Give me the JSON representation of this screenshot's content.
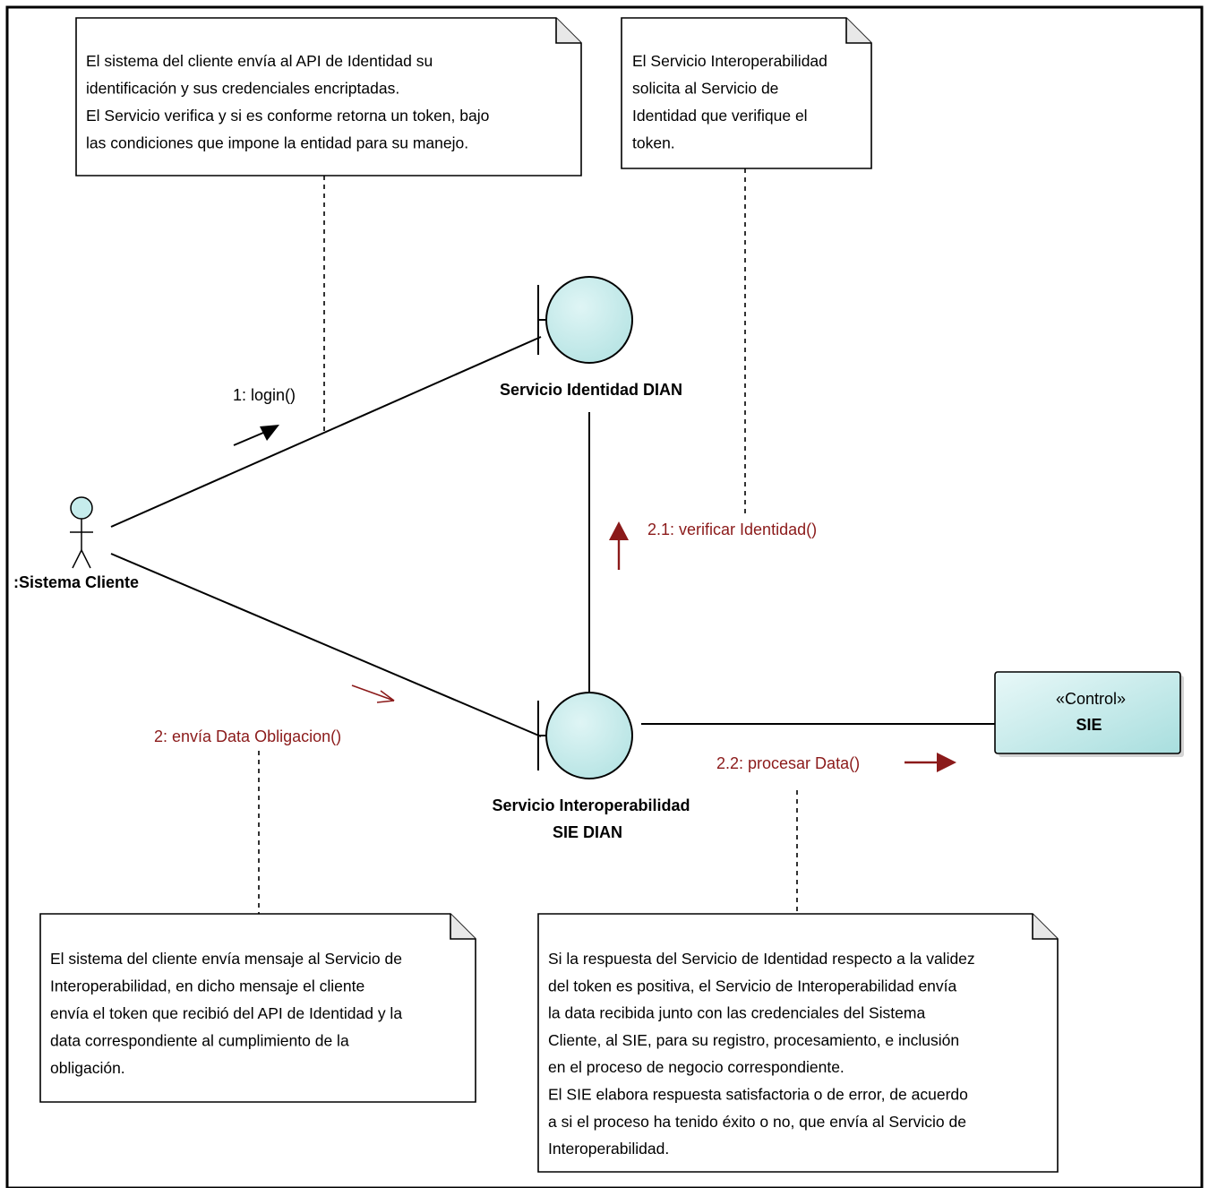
{
  "notes": {
    "note1": [
      "El sistema del cliente envía al API de Identidad su",
      "identificación y sus credenciales encriptadas.",
      "El Servicio verifica y si es conforme retorna un token, bajo",
      "las condiciones que impone la entidad para su manejo."
    ],
    "note2": [
      "El Servicio Interoperabilidad",
      "solicita al Servicio de",
      "Identidad que verifique el",
      "token."
    ],
    "note3": [
      "El sistema del cliente envía mensaje al Servicio de",
      "Interoperabilidad, en dicho mensaje el cliente",
      "envía el token que recibió del API de Identidad y la",
      "data correspondiente al cumplimiento de la",
      "obligación."
    ],
    "note4": [
      "Si la respuesta del Servicio de Identidad respecto a la validez",
      "del token es positiva, el Servicio de Interoperabilidad envía",
      "la data recibida junto con las credenciales del Sistema",
      "Cliente, al SIE, para su registro, procesamiento, e inclusión",
      "en el proceso de negocio correspondiente.",
      "El SIE elabora respuesta satisfactoria o de error, de acuerdo",
      "a si el proceso ha tenido éxito o no, que envía al Servicio de",
      "Interoperabilidad."
    ]
  },
  "nodes": {
    "actor": ":Sistema Cliente",
    "identity_service": "Servicio Identidad DIAN",
    "interop_service_line1": "Servicio Interoperabilidad",
    "interop_service_line2": "SIE DIAN",
    "control_stereotype": "«Control»",
    "control_name": "SIE"
  },
  "messages": {
    "m1": "1: login()",
    "m2": "2: envía Data Obligacion()",
    "m21": "2.1: verificar Identidad()",
    "m22": "2.2: procesar Data()"
  },
  "colors": {
    "boundary_fill": "#c6ecec",
    "control_fill": "#c6ecec",
    "message_red": "#8b1a1a",
    "line": "#000000"
  }
}
